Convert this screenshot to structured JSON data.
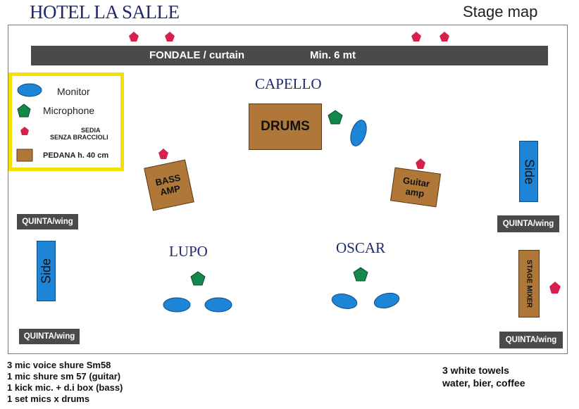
{
  "header": {
    "title": "HOTEL LA SALLE",
    "subtitle": "Stage map"
  },
  "curtain": {
    "label": "FONDALE / curtain",
    "size": "Min. 6 mt"
  },
  "legend": {
    "monitor": "Monitor",
    "microphone": "Microphone",
    "chair_line1": "SEDIA",
    "chair_line2": "SENZA BRACCIOLI",
    "platform": "PEDANA h. 40 cm"
  },
  "musicians": {
    "capello": "CAPELLO",
    "lupo": "LUPO",
    "oscar": "OSCAR"
  },
  "equipment": {
    "drums": "DRUMS",
    "bass_amp_line1": "BASS",
    "bass_amp_line2": "AMP",
    "guitar_amp_line1": "Guitar",
    "guitar_amp_line2": "amp",
    "stage_mixer": "STAGE MIXER"
  },
  "wings": {
    "left_upper": "QUINTA/wing",
    "left_lower": "QUINTA/wing",
    "right_upper": "QUINTA/wing",
    "right_lower": "QUINTA/wing"
  },
  "sides": {
    "left": "Side",
    "right": "Side"
  },
  "notes_left": [
    "3 mic voice shure Sm58",
    "1 mic shure sm 57 (guitar)",
    "1 kick mic. + d.i box (bass)",
    "1 set mics x drums"
  ],
  "notes_right": [
    "3 white towels",
    "water, bier, coffee"
  ],
  "colors": {
    "monitor": "#1e84d6",
    "microphone": "#13884a",
    "chair": "#d8204f",
    "platform": "#b07838",
    "label_bg": "#4a4a4a",
    "legend_border": "#f2e200"
  }
}
